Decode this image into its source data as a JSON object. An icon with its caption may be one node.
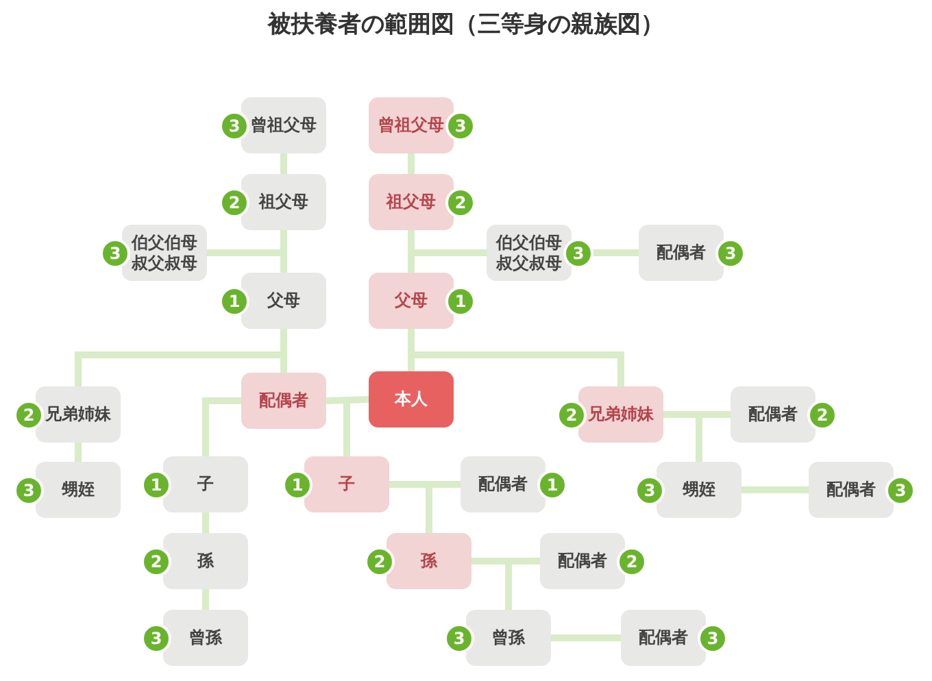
{
  "diagram": {
    "title": "被扶養者の範囲図（三等身の親族図）",
    "nodes": [
      {
        "text": [
          "曾祖父母"
        ],
        "beside": [
          "3"
        ]
      },
      {
        "text": [
          "曾祖父母"
        ],
        "beside": [
          "3"
        ]
      },
      {
        "text": [
          "祖父母"
        ],
        "beside": [
          "2"
        ]
      },
      {
        "text": [
          "祖父母"
        ],
        "beside": [
          "2"
        ]
      },
      {
        "text": [
          "伯父伯母叔父叔母"
        ],
        "beside": [
          "3"
        ]
      },
      {
        "text": [
          "伯父伯母叔父叔母"
        ],
        "beside": [
          "3"
        ]
      },
      {
        "text": [
          "配偶者"
        ],
        "beside": [
          "3"
        ]
      },
      {
        "text": [
          "父母"
        ],
        "beside": [
          "1"
        ]
      },
      {
        "text": [
          "父母"
        ],
        "beside": [
          "1"
        ]
      },
      {
        "text": [
          "兄弟姉妹"
        ],
        "beside": [
          "2"
        ]
      },
      {
        "text": [
          "配偶者"
        ]
      },
      {
        "text": [
          "本人"
        ]
      },
      {
        "text": [
          "兄弟姉妹"
        ],
        "beside": [
          "2"
        ]
      },
      {
        "text": [
          "配偶者"
        ],
        "beside": [
          "2"
        ]
      },
      {
        "text": [
          "甥姪"
        ],
        "beside": [
          "3"
        ]
      },
      {
        "text": [
          "子"
        ],
        "beside": [
          "1"
        ]
      },
      {
        "text": [
          "子"
        ],
        "beside": [
          "1"
        ]
      },
      {
        "text": [
          "配偶者"
        ],
        "beside": [
          "1"
        ]
      },
      {
        "text": [
          "甥姪"
        ],
        "beside": [
          "3"
        ]
      },
      {
        "text": [
          "配偶者"
        ],
        "beside": [
          "3"
        ]
      },
      {
        "text": [
          "孫"
        ],
        "beside": [
          "2"
        ]
      },
      {
        "text": [
          "孫"
        ],
        "beside": [
          "2"
        ]
      },
      {
        "text": [
          "配偶者"
        ],
        "beside": [
          "2"
        ]
      },
      {
        "text": [
          "曾孫"
        ],
        "beside": [
          "3"
        ]
      },
      {
        "text": [
          "曾孫"
        ],
        "beside": [
          "3"
        ]
      },
      {
        "text": [
          "配偶者"
        ],
        "beside": [
          "3"
        ]
      }
    ],
    "edges": [
      {
        "from": 0,
        "to": 2,
        "arrow": "none"
      },
      {
        "from": 2,
        "to": 4,
        "arrow": "none"
      },
      {
        "from": 2,
        "to": 7,
        "arrow": "none"
      },
      {
        "from": 1,
        "to": 3,
        "arrow": "none"
      },
      {
        "from": 3,
        "to": 5,
        "arrow": "none"
      },
      {
        "from": 3,
        "to": 8,
        "arrow": "none"
      },
      {
        "from": 5,
        "to": 6,
        "arrow": "none"
      },
      {
        "from": 7,
        "to": 9,
        "arrow": "none"
      },
      {
        "from": 7,
        "to": 10,
        "arrow": "none"
      },
      {
        "from": 8,
        "to": 11,
        "arrow": "none"
      },
      {
        "from": 8,
        "to": 12,
        "arrow": "none"
      },
      {
        "from": 9,
        "to": 14,
        "arrow": "none"
      },
      {
        "from": 10,
        "to": 11,
        "arrow": "none"
      },
      {
        "from": 10,
        "to": 15,
        "arrow": "none"
      },
      {
        "from": 10,
        "to": 16,
        "arrow": "none"
      },
      {
        "from": 11,
        "to": 16,
        "arrow": "none"
      },
      {
        "from": 15,
        "to": 20,
        "arrow": "none"
      },
      {
        "from": 20,
        "to": 23,
        "arrow": "none"
      },
      {
        "from": 12,
        "to": 13,
        "arrow": "none"
      },
      {
        "from": 12,
        "to": 18,
        "arrow": "none"
      },
      {
        "from": 13,
        "to": 18,
        "arrow": "none"
      },
      {
        "from": 16,
        "to": 17,
        "arrow": "none"
      },
      {
        "from": 16,
        "to": 21,
        "arrow": "none"
      },
      {
        "from": 17,
        "to": 21,
        "arrow": "none"
      },
      {
        "from": 18,
        "to": 19,
        "arrow": "none"
      },
      {
        "from": 21,
        "to": 22,
        "arrow": "none"
      },
      {
        "from": 21,
        "to": 24,
        "arrow": "none"
      },
      {
        "from": 22,
        "to": 24,
        "arrow": "none"
      },
      {
        "from": 24,
        "to": 25,
        "arrow": "none"
      }
    ]
  }
}
